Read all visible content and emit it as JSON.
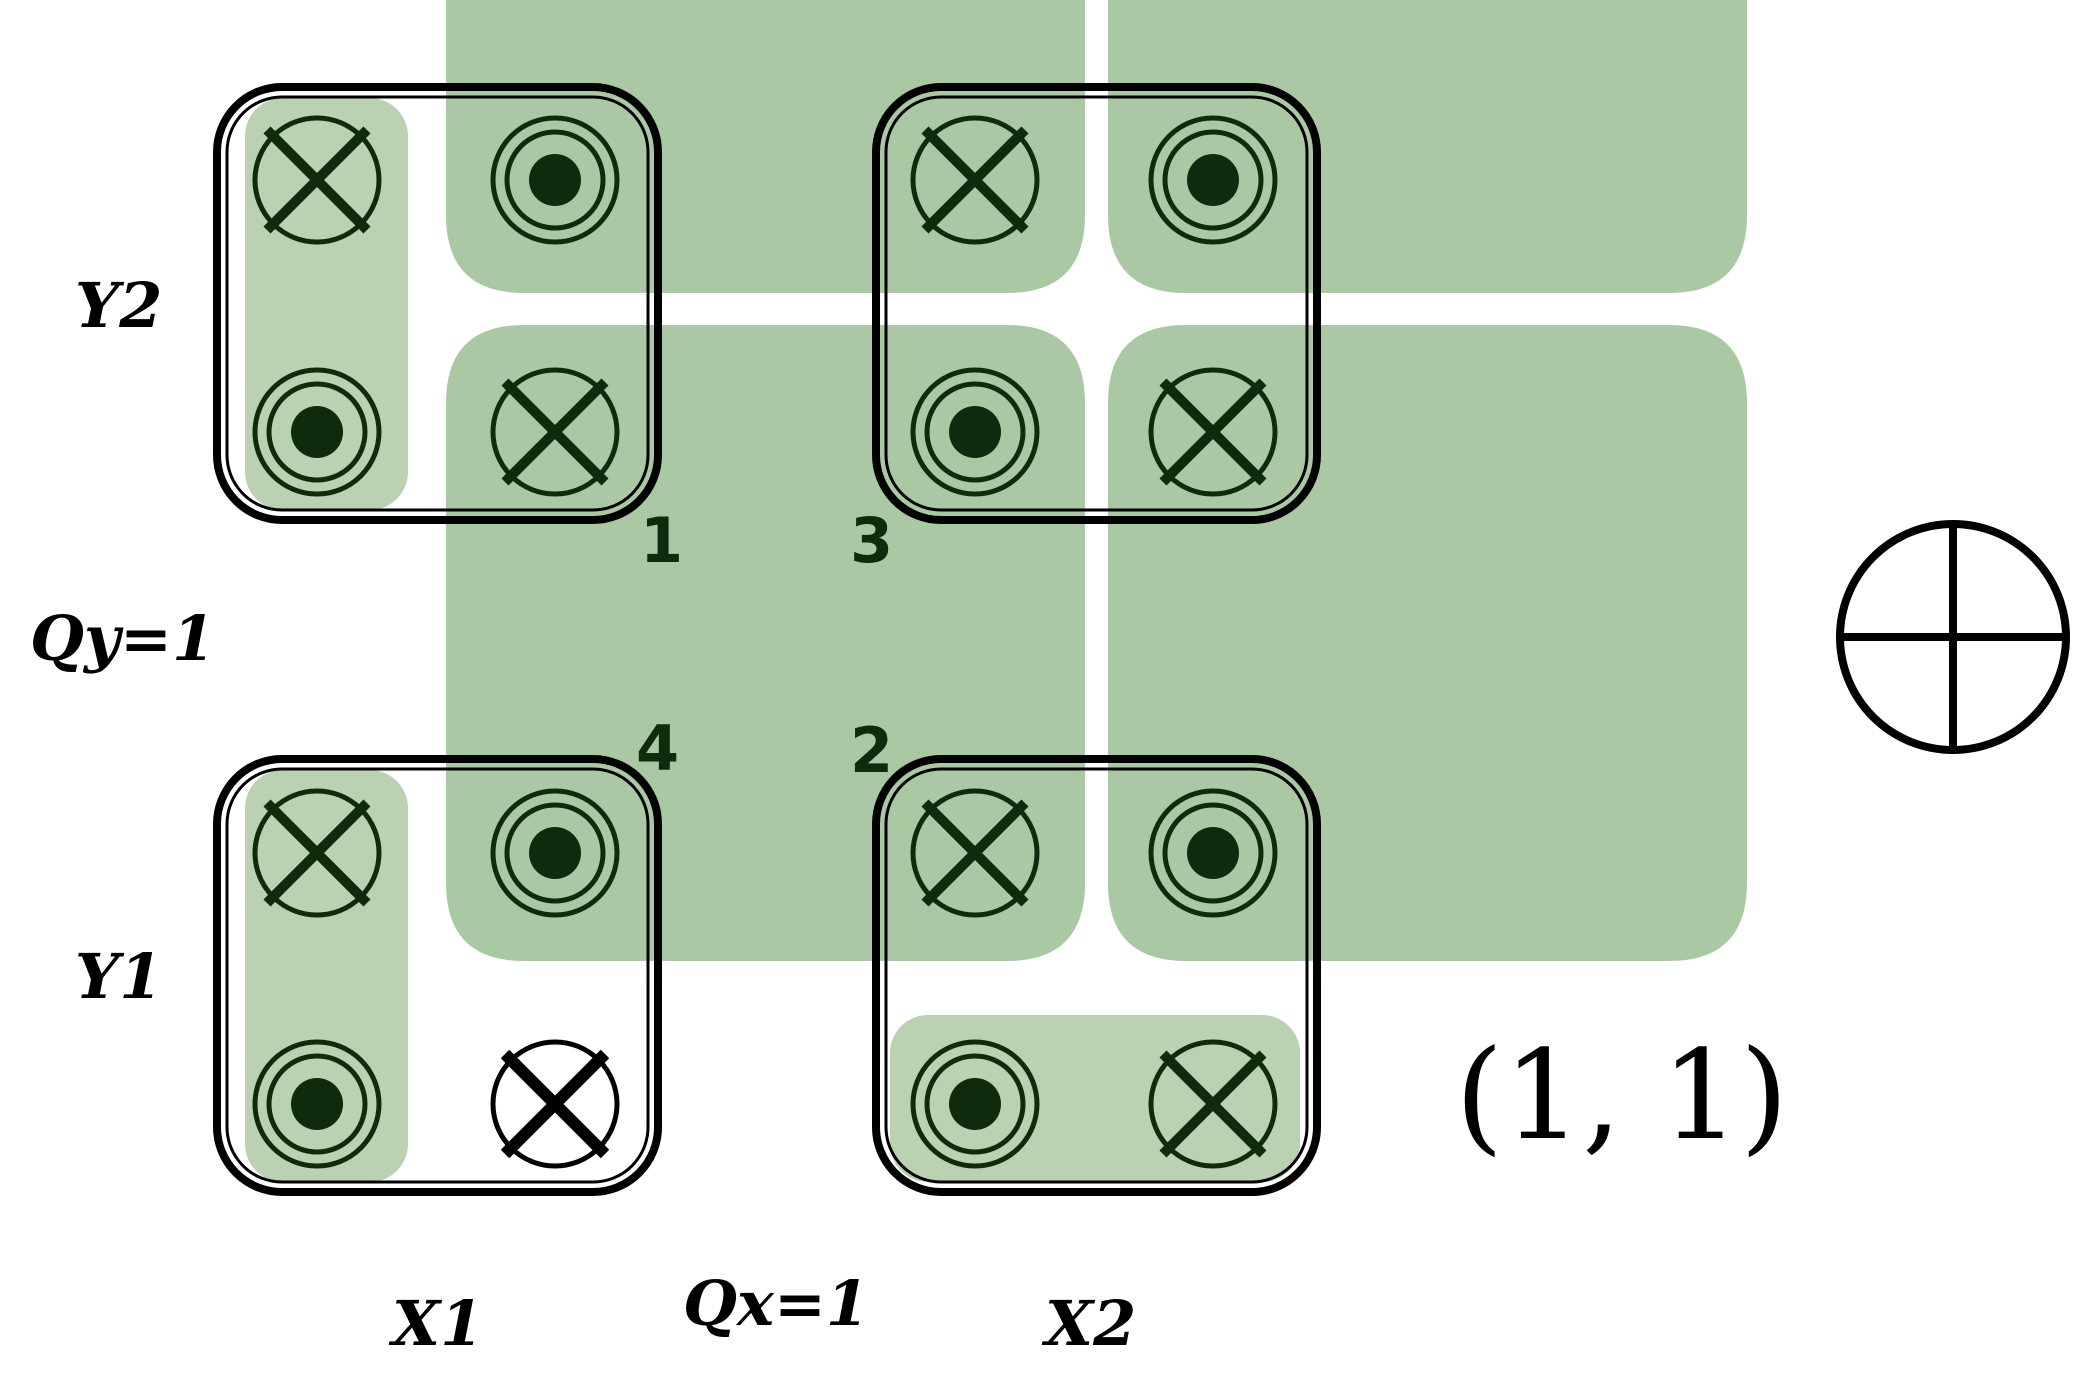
{
  "labels": {
    "y2": "Y2",
    "y1": "Y1",
    "qy": "Qy=1",
    "x1": "X1",
    "qx": "Qx=1",
    "x2": "X2",
    "pair": "(1, 1)"
  },
  "corner_numbers": [
    "1",
    "3",
    "4",
    "2"
  ],
  "symbols": {
    "cross": "circled-cross-icon",
    "dot": "circled-dot-icon",
    "oplus": "circled-plus-icon"
  },
  "colors": {
    "shade_dark": "#8fb585",
    "shade_light": "#b7d0ae",
    "ink": "#0f2a0c",
    "outline": "#000000"
  }
}
